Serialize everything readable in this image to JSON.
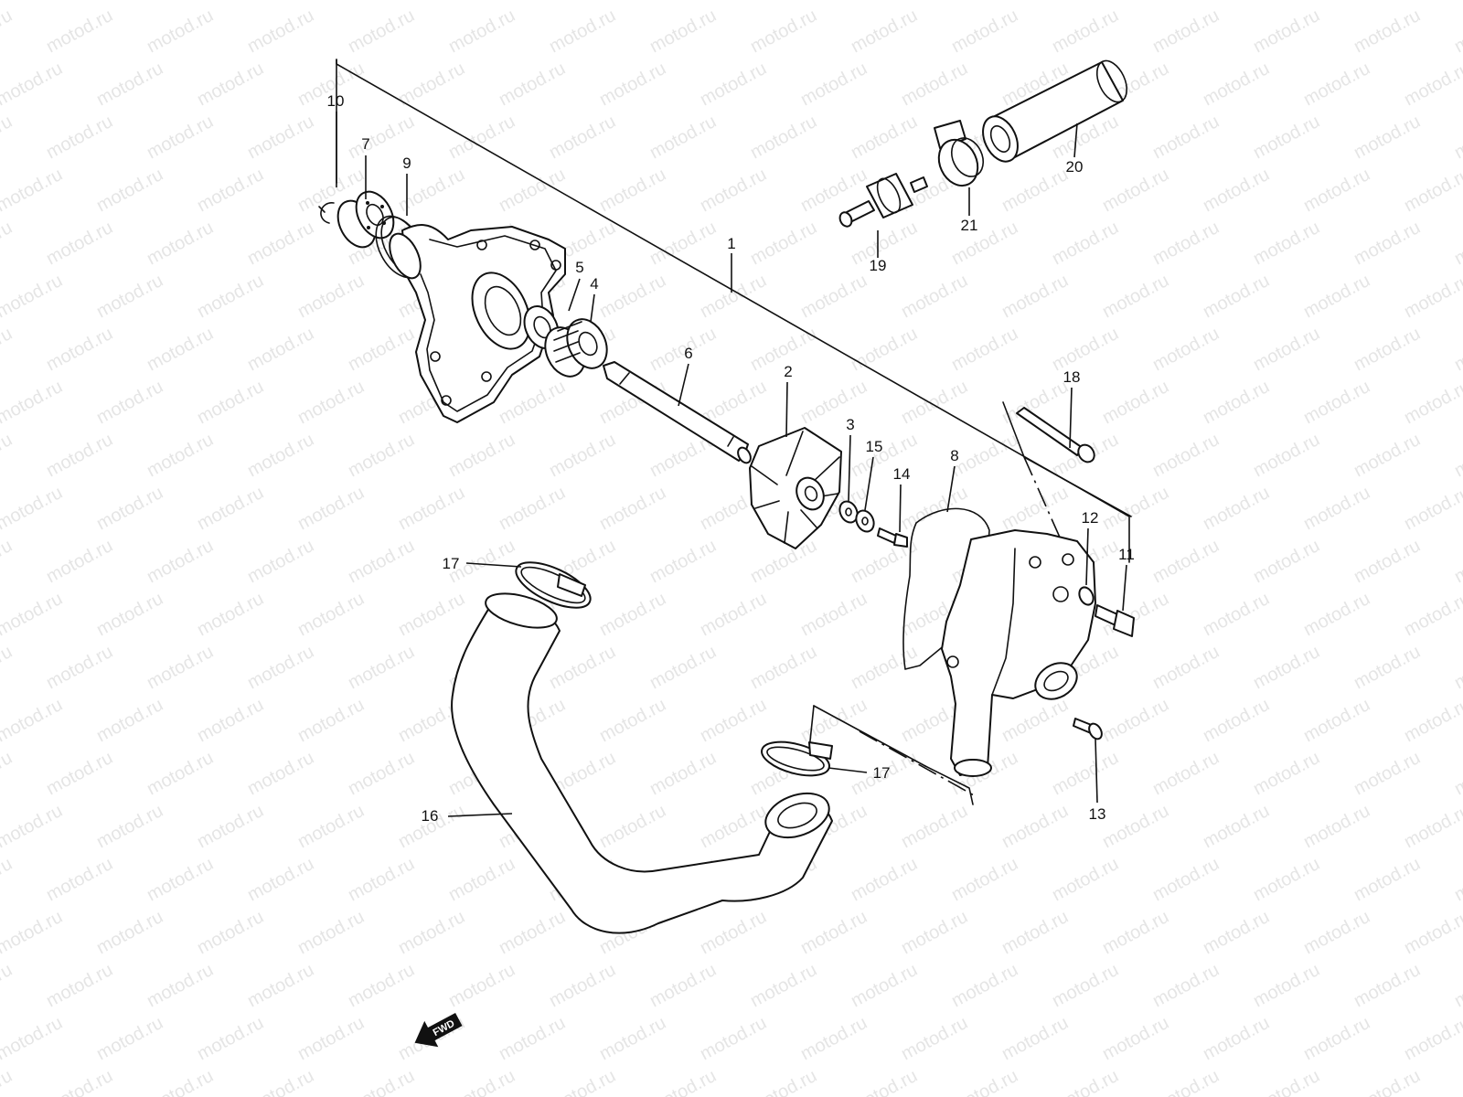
{
  "watermark": {
    "text": "motod.ru",
    "color": "#cfcfcf"
  },
  "fwd_badge": {
    "label": "FWD",
    "icon": "fwd-arrow-icon"
  },
  "callouts": [
    {
      "id": "c1",
      "text": "1"
    },
    {
      "id": "c2",
      "text": "2"
    },
    {
      "id": "c3",
      "text": "3"
    },
    {
      "id": "c4",
      "text": "4"
    },
    {
      "id": "c5",
      "text": "5"
    },
    {
      "id": "c6",
      "text": "6"
    },
    {
      "id": "c7",
      "text": "7"
    },
    {
      "id": "c8",
      "text": "8"
    },
    {
      "id": "c9",
      "text": "9"
    },
    {
      "id": "c10",
      "text": "10"
    },
    {
      "id": "c11",
      "text": "11"
    },
    {
      "id": "c12",
      "text": "12"
    },
    {
      "id": "c13",
      "text": "13"
    },
    {
      "id": "c14",
      "text": "14"
    },
    {
      "id": "c15",
      "text": "15"
    },
    {
      "id": "c16",
      "text": "16"
    },
    {
      "id": "c17a",
      "text": "17"
    },
    {
      "id": "c17b",
      "text": "17"
    },
    {
      "id": "c18",
      "text": "18"
    },
    {
      "id": "c19",
      "text": "19"
    },
    {
      "id": "c20",
      "text": "20"
    },
    {
      "id": "c21",
      "text": "21"
    }
  ]
}
